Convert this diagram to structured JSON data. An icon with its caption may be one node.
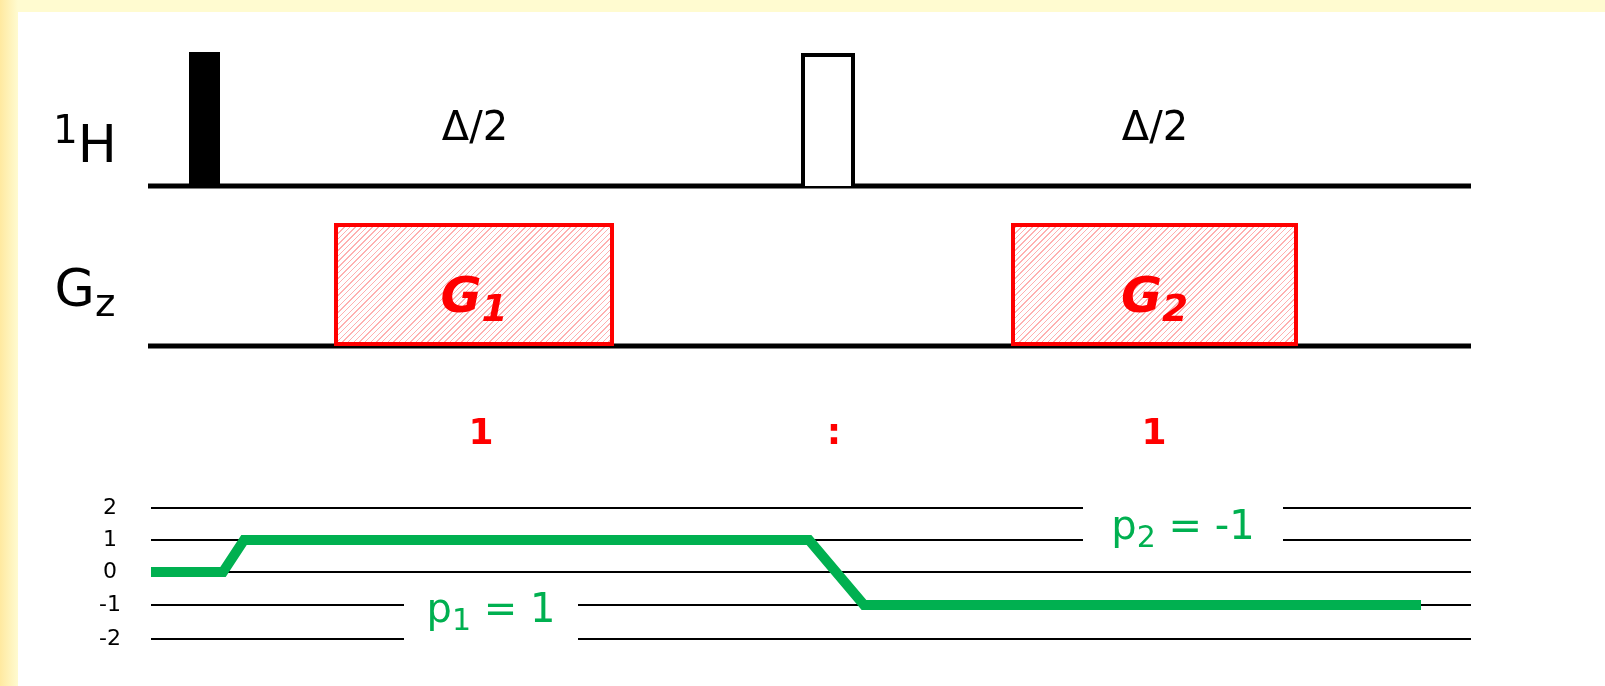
{
  "diagram": {
    "nodes": [
      {
        "text": [],
        "shape": "bar"
      },
      {
        "text": [],
        "shape": "bar"
      },
      {
        "text": [
          "G$_{1}$"
        ]
      },
      {
        "text": [
          "G$_{2}$"
        ]
      }
    ],
    "edges": [],
    "labels": [
      "$^{1}$H",
      "Δ/2",
      "Δ/2",
      "G$_{z}$",
      "1",
      ":",
      "1",
      "2",
      "1",
      "0",
      "-1",
      "-2",
      "p$_{2}$ = -1",
      "p$_{1}$ = 1"
    ]
  }
}
